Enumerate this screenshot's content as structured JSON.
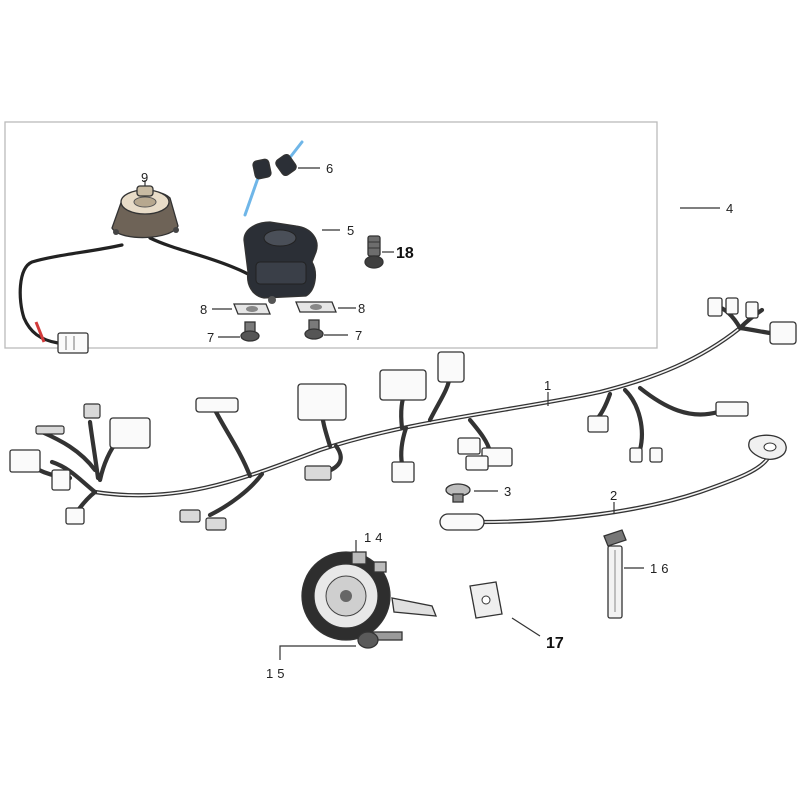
{
  "callouts": {
    "c1": "1",
    "c2": "2",
    "c3": "3",
    "c4": "4",
    "c5": "5",
    "c6": "6",
    "c7a": "7",
    "c7b": "7",
    "c8a": "8",
    "c8b": "8",
    "c9": "9",
    "c14": "14",
    "c15": "15",
    "c16": "16",
    "c17": "17",
    "c18": "18"
  },
  "colors": {
    "line": "#333333",
    "box_border": "#bbbbbb",
    "switch_body": "#2b2f36",
    "key_tint": "#6fb6e8",
    "lock_face": "#e8dcc8",
    "connector_red": "#d23a3a"
  }
}
